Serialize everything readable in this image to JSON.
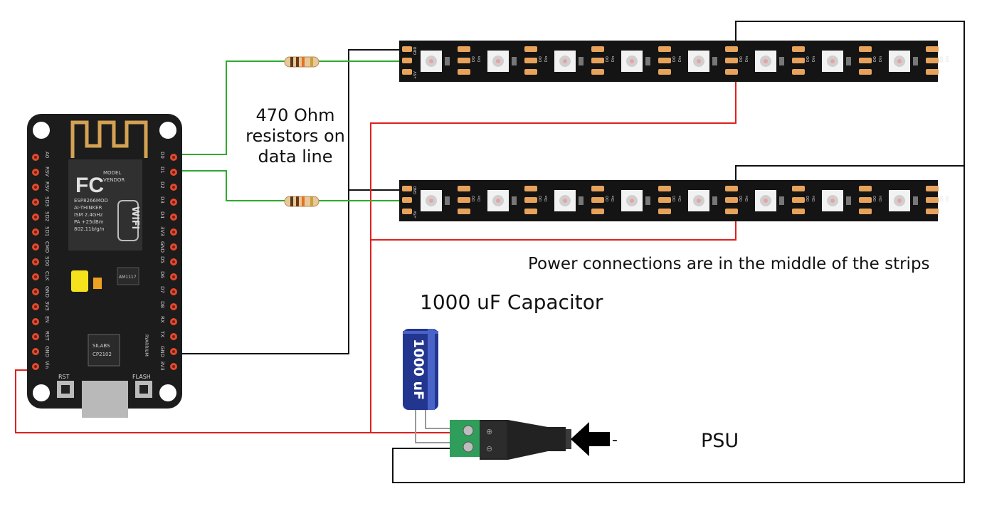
{
  "labels": {
    "resistors": [
      "470 Ohm",
      "resistors on",
      "data line"
    ],
    "power_note": "Power connections are in the middle of the strips",
    "capacitor": "1000 uF Capacitor",
    "psu": "PSU",
    "dash": "-"
  },
  "board": {
    "module_text": [
      "MODEL",
      "VENDOR",
      "ESP8266MOD",
      "AI-THINKER",
      "ISM 2.4GHz",
      "PA +25dBm",
      "802.11b/g/n"
    ],
    "fc_mark": "FC",
    "wifi_mark": "WiFi",
    "regulator": "AM1117",
    "chip_text": [
      "SILABS",
      "CP2102"
    ],
    "brand": "RYARRIUM",
    "rst": "RST",
    "flash": "FLASH",
    "left_pins": [
      "A0",
      "RSV",
      "RSV",
      "SD3",
      "SD2",
      "SD1",
      "CMD",
      "SD0",
      "CLK",
      "GND",
      "3V3",
      "EN",
      "RST",
      "GND",
      "Vin"
    ],
    "right_pins": [
      "D0",
      "D1",
      "D2",
      "D3",
      "D4",
      "3V3",
      "GND",
      "D5",
      "D6",
      "D7",
      "D8",
      "RX",
      "TX",
      "GND",
      "3V3"
    ]
  },
  "capacitor_body": "1000 uF",
  "strip_pad_labels": {
    "din": "Din",
    "dout": "DO",
    "vplus": "+5V",
    "gnd": "GND"
  },
  "colors": {
    "wire_data": "#2eaa2e",
    "wire_power": "#e0201e",
    "wire_ground": "#111111",
    "board": "#1c1c1c",
    "pad": "#e7a35b",
    "capacitor": "#23368f",
    "terminal": "#2f9e5a"
  }
}
